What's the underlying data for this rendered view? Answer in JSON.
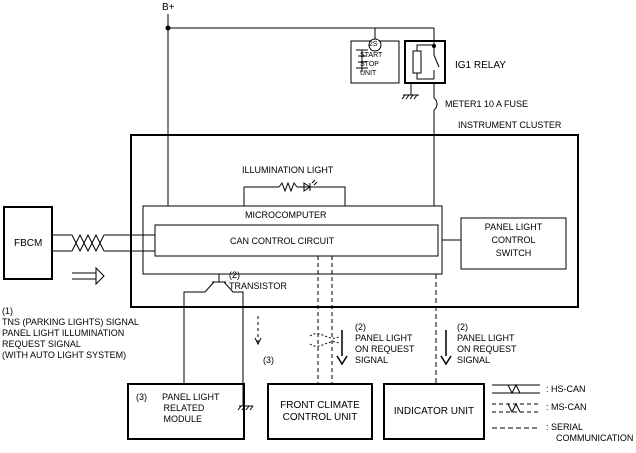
{
  "supply": {
    "battery": "B+"
  },
  "relay": {
    "unit_badge": "2S",
    "unit_line1": "START",
    "unit_line2": "STOP",
    "unit_line3": "UNIT",
    "relay_label": "IG1 RELAY",
    "fuse_label": "METER1 10 A FUSE"
  },
  "cluster": {
    "title": "INSTRUMENT CLUSTER",
    "illumination": "ILLUMINATION LIGHT",
    "microcomputer": "MICROCOMPUTER",
    "can_circuit": "CAN CONTROL CIRCUIT",
    "panel_switch_1": "PANEL LIGHT",
    "panel_switch_2": "CONTROL",
    "panel_switch_3": "SWITCH",
    "transistor": "(2)\nTRANSISTOR"
  },
  "fbcm": {
    "label": "FBCM"
  },
  "signals": {
    "tns": "(1)\nTNS (PARKING LIGHTS) SIGNAL\nPANEL LIGHT ILLUMINATION\nREQUEST SIGNAL\n(WITH AUTO LIGHT SYSTEM)",
    "request_a": "(2)\nPANEL LIGHT\nON REQUEST\nSIGNAL",
    "request_b": "(2)\nPANEL LIGHT\nON REQUEST\nSIGNAL",
    "ground_ref": "(3)"
  },
  "modules": {
    "panel_related": "(3)      PANEL LIGHT\n           RELATED\n           MODULE",
    "climate_1": "FRONT CLIMATE",
    "climate_2": "CONTROL UNIT",
    "indicator": "INDICATOR UNIT"
  },
  "legend": {
    "hs_can": ": HS-CAN",
    "ms_can": ": MS-CAN",
    "serial_1": ": SERIAL",
    "serial_2": "COMMUNICATION"
  }
}
